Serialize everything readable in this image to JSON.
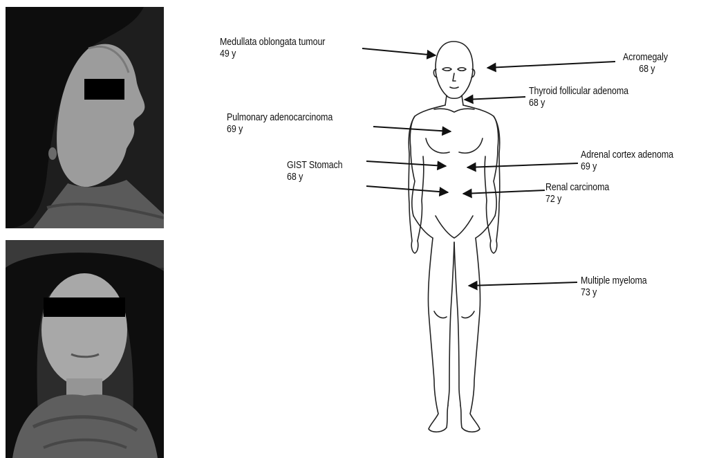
{
  "photos": [
    {
      "view": "profile",
      "description_icon": "patient-profile-photo"
    },
    {
      "view": "frontal",
      "description_icon": "patient-frontal-photo"
    }
  ],
  "annotations": [
    {
      "key": "medulla",
      "name": "Medullata oblongata tumour",
      "age": "49 y"
    },
    {
      "key": "acromegaly",
      "name": "Acromegaly",
      "age": "68 y"
    },
    {
      "key": "thyroid",
      "name": "Thyroid follicular adenoma",
      "age": "68 y"
    },
    {
      "key": "pulmonary",
      "name": "Pulmonary adenocarcinoma",
      "age": "69 y"
    },
    {
      "key": "adrenal",
      "name": "Adrenal cortex adenoma",
      "age": "69 y"
    },
    {
      "key": "gist",
      "name": "GIST Stomach",
      "age": "68 y"
    },
    {
      "key": "renal",
      "name": "Renal carcinoma",
      "age": "72 y"
    },
    {
      "key": "myeloma",
      "name": "Multiple myeloma",
      "age": "73 y"
    }
  ],
  "colors": {
    "ink": "#111111",
    "photo_bg": "#2a2a2a",
    "censor": "#000000"
  }
}
